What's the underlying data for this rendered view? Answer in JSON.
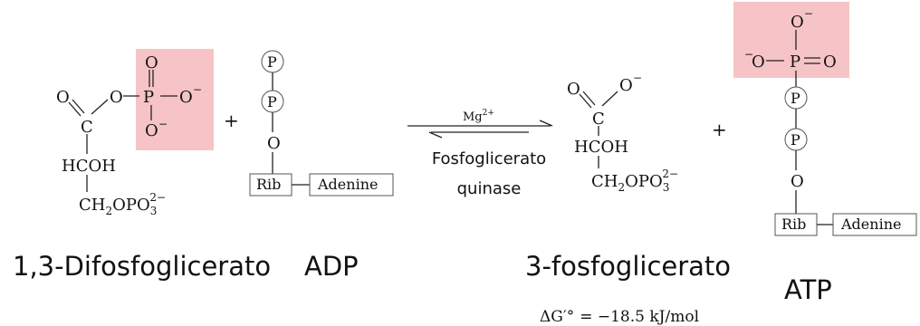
{
  "colors": {
    "highlight": "#f6c4c6",
    "text": "#111111",
    "bond": "#222222"
  },
  "reactant1": {
    "name": "1,3-Difosfoglicerato",
    "atoms": {
      "o_top": "O",
      "o_left": "O",
      "o_bridge": "O",
      "p": "P",
      "o_minus_right": "O",
      "o_minus_bottom": "O",
      "c": "C",
      "hcoh": "HCOH",
      "ch2": "CH",
      "ch2_sub": "2",
      "opo": "OPO",
      "opo_sub": "3",
      "opo_sup": "2−",
      "minus": "−"
    }
  },
  "plus1": "+",
  "adp": {
    "name": "ADP",
    "p_label": "P",
    "o": "O",
    "rib": "Rib",
    "adenine": "Adenine"
  },
  "arrow": {
    "cofactor": "Mg",
    "cofactor_sup": "2+",
    "enzyme_line1": "Fosfoglicerato",
    "enzyme_line2": "quinase"
  },
  "product1": {
    "name": "3-fosfoglicerato",
    "atoms": {
      "o_left": "O",
      "o_right": "O",
      "minus": "−",
      "c": "C",
      "hcoh": "HCOH",
      "ch2": "CH",
      "ch2_sub": "2",
      "opo": "OPO",
      "opo_sub": "3",
      "opo_sup": "2−"
    }
  },
  "plus2": "+",
  "atp": {
    "name": "ATP",
    "o_top": "O",
    "o_left": "O",
    "p": "P",
    "o_right": "O",
    "minus": "−",
    "p_label": "P",
    "o": "O",
    "rib": "Rib",
    "adenine": "Adenine"
  },
  "energy": {
    "delta": "ΔG′°",
    "equals": "= −18.5 kJ/mol"
  }
}
